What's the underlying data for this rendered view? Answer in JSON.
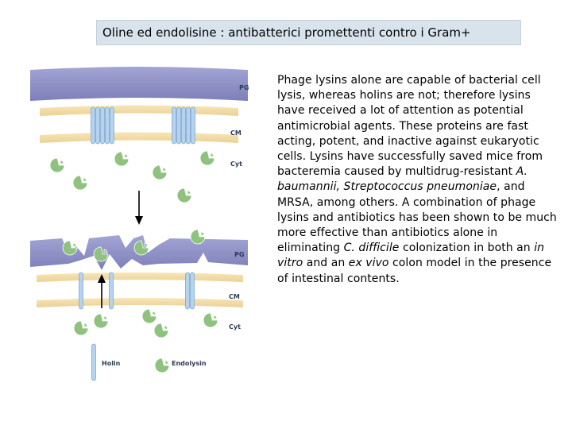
{
  "title": "Oline ed endolisine : antibatterici promettenti contro i Gram+",
  "paragraph": {
    "segments": [
      {
        "text": "Phage lysins alone are capable of bacterial cell lysis, whereas holins are not; therefore lysins have received a lot of attention as potential antimicrobial agents. These proteins are fast acting, potent, and inactive against eukaryotic cells. Lysins have successfully saved mice from bacteremia caused by multidrug-resistant ",
        "italic": false
      },
      {
        "text": "A. baumannii, Streptococcus pneumoniae",
        "italic": true
      },
      {
        "text": ", and MRSA, among others. A combination of phage lysins and antibiotics has been shown to be much more effective than antibiotics alone in eliminating ",
        "italic": false
      },
      {
        "text": "C. difficile",
        "italic": true
      },
      {
        "text": " colonization in both an ",
        "italic": false
      },
      {
        "text": "in vitro",
        "italic": true
      },
      {
        "text": " and an ",
        "italic": false
      },
      {
        "text": "ex vivo",
        "italic": true
      },
      {
        "text": " colon model in the presence of intestinal contents.",
        "italic": false
      }
    ]
  },
  "diagram": {
    "top_panel": {
      "pg_label": "PG",
      "cm_label": "CM",
      "cyt_label": "Cyt"
    },
    "bottom_panel": {
      "pg_label": "PG",
      "cm_label": "CM",
      "cyt_label": "Cyt"
    },
    "legend": {
      "holin_label": "Holin",
      "endolysin_label": "Endolysin"
    },
    "colors": {
      "peptidoglycan": "#8d8fc6",
      "membrane": "#f2dca4",
      "holin": "#b6d3ee",
      "holin_edge": "#7fa8d2",
      "endolysin": "#8ec27e",
      "endolysin_edge": "#ffffff"
    }
  }
}
